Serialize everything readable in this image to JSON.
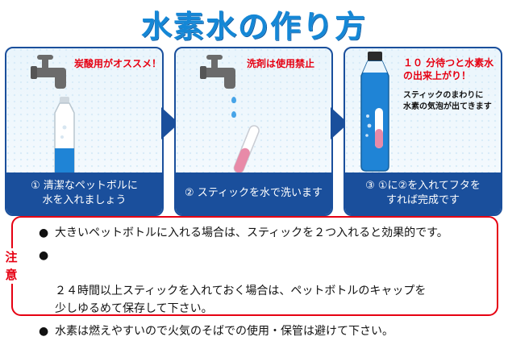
{
  "title": "水素水の作り方",
  "steps": [
    {
      "note": "炭酸用がオススメ！",
      "caption": "① 清潔なペットボルに\n水を入れましょう"
    },
    {
      "note": "洗剤は使用禁止",
      "caption": "② スティックを水で洗います"
    },
    {
      "note": "１０ 分待つと水素水\nの出来上がり！",
      "sub_note": "スティックのまわりに\n水素の気泡が出てきます",
      "caption": "③ ①に②を入れてフタを\nすれば完成です"
    }
  ],
  "caution": {
    "label": "注意",
    "items": [
      "大きいペットボトルに入れる場合は、スティックを２つ入れると効果的です。",
      "２４時間以上スティックを入れておく場合は、ペットボトルのキャップを\n少しゆるめて保存して下さい。",
      "水素は燃えやすいので火気のそばでの使用・保管は避けて下さい。"
    ],
    "bullet": "●"
  },
  "colors": {
    "title": "#1487d6",
    "panel": "#1a4f9c",
    "accent_red": "#e60012",
    "water": "#1f84d6"
  },
  "icons": [
    "faucet-icon",
    "bottle-icon",
    "stick-icon",
    "water-drop-icon",
    "arrow-right-icon"
  ]
}
